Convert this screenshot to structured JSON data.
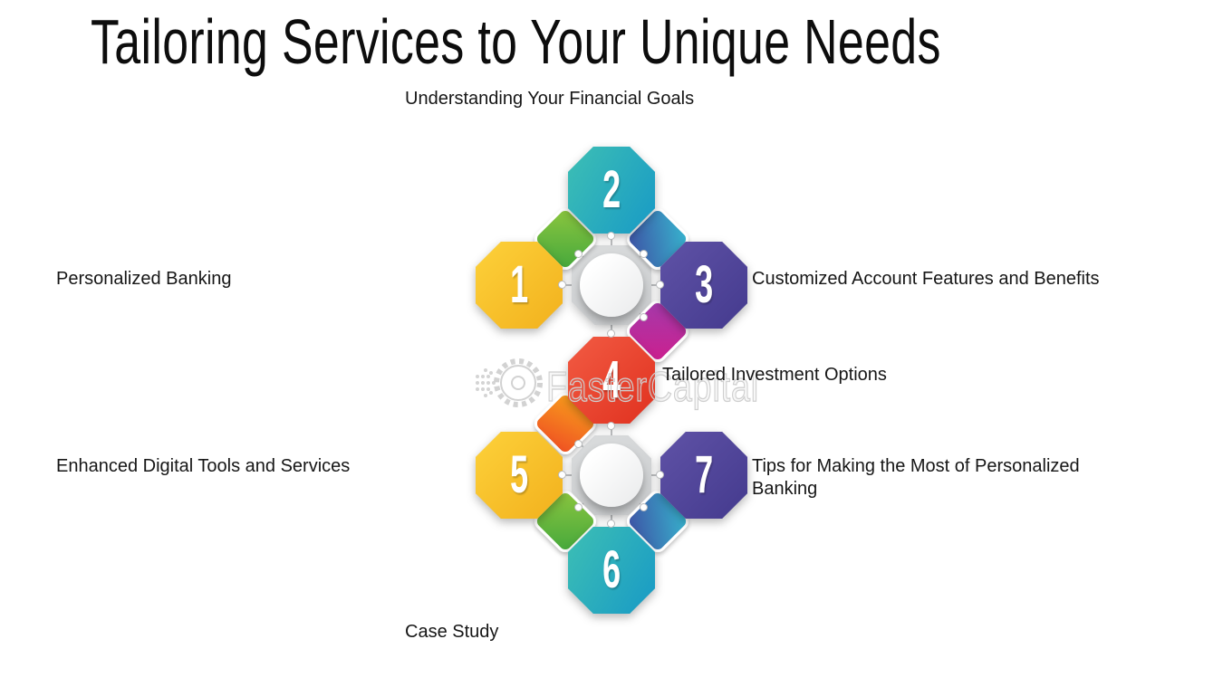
{
  "title": "Tailoring Services to Your Unique Needs",
  "watermark": {
    "text": "FasterCapital",
    "icon": "gear-icon"
  },
  "diagram": {
    "steps": [
      {
        "number": "1",
        "label": "Personalized Banking",
        "position": "left",
        "color": "#F3B81F"
      },
      {
        "number": "2",
        "label": "Understanding Your Financial Goals",
        "position": "top",
        "color": "#1FA0C0"
      },
      {
        "number": "3",
        "label": "Customized Account Features and Benefits",
        "position": "right",
        "color": "#50449A"
      },
      {
        "number": "4",
        "label": "Tailored Investment Options",
        "position": "right",
        "color": "#EA3E2E"
      },
      {
        "number": "5",
        "label": "Enhanced Digital Tools and Services",
        "position": "left",
        "color": "#F3B81F"
      },
      {
        "number": "6",
        "label": "Case Study",
        "position": "bottom",
        "color": "#1FA0C0"
      },
      {
        "number": "7",
        "label": "Tips for Making the Most of Personalized Banking",
        "position": "right",
        "color": "#50449A"
      }
    ],
    "diamond_colors": {
      "green": "#62B63F",
      "blue": "#3A7FC0",
      "magenta": "#BC2B9B",
      "orange": "#F47B20"
    },
    "hub_color": "#D1D3D4"
  }
}
